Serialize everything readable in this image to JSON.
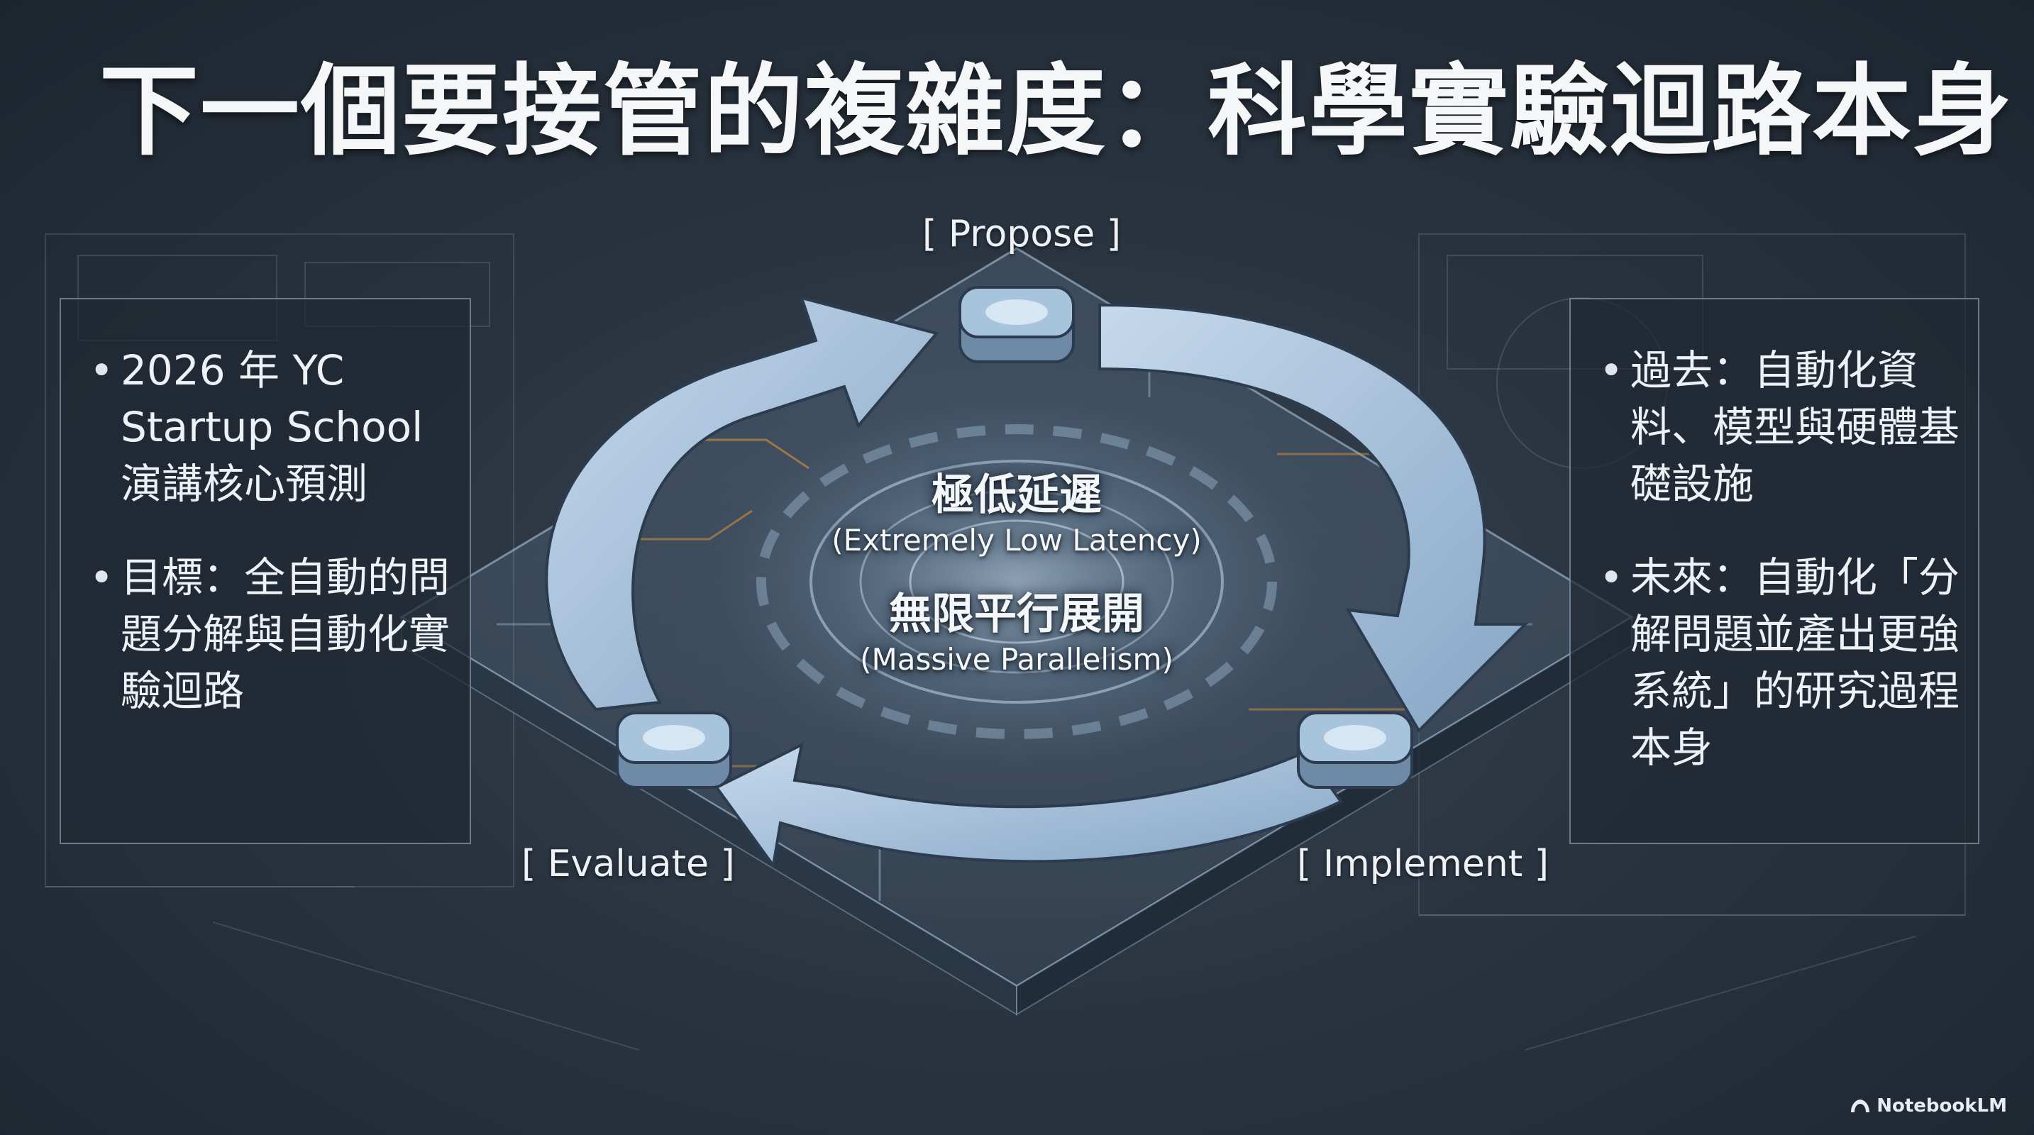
{
  "title": "下一個要接管的複雜度：科學實驗迴路本身",
  "left_panel": {
    "bullets": [
      {
        "text": "2026 年 YC Startup School 演講核心預測"
      },
      {
        "text": "目標：全自動的問題分解與自動化實驗迴路"
      }
    ]
  },
  "right_panel": {
    "bullets": [
      {
        "text": "過去：自動化資料、模型與硬體基礎設施"
      },
      {
        "text": "未來：自動化「分解問題並產出更強系統」的研究過程本身"
      }
    ]
  },
  "cycle": {
    "nodes": {
      "propose": "[ Propose ]",
      "implement": "[ Implement ]",
      "evaluate": "[ Evaluate ]"
    },
    "center": {
      "line1_zh": "極低延遲",
      "line1_en": "(Extremely Low Latency)",
      "line2_zh": "無限平行展開",
      "line2_en": "(Massive Parallelism)"
    }
  },
  "brand": "NotebookLM",
  "icons": {
    "brand": "notebooklm-logo-icon",
    "bullet": "bullet-dot-icon"
  },
  "colors": {
    "background": "#2a3440",
    "arrow_fill": "#a9c3dd",
    "accent_orange": "#d8913a",
    "text": "#f2f5f8"
  }
}
